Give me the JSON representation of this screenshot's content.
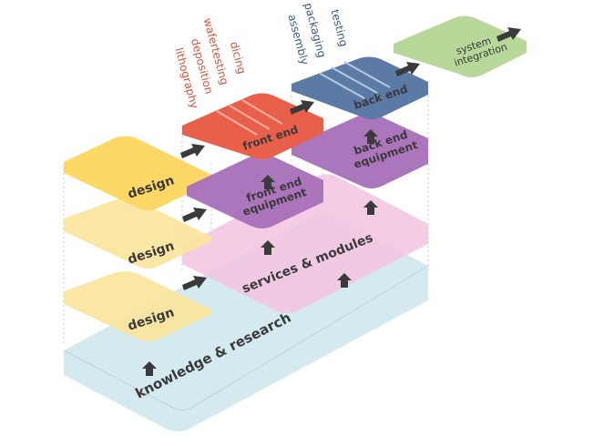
{
  "layers": {
    "knowledge": "knowledge & research",
    "services": "services & modules",
    "design_1": "design",
    "design_2": "design",
    "design_3": "design",
    "front_end_equipment": [
      "front end",
      "equipment"
    ],
    "back_end_equipment": [
      "back end",
      "equipment"
    ],
    "front_end": "front end",
    "back_end": "back end",
    "system_integration": [
      "system",
      "integration"
    ]
  },
  "front_end_steps": [
    "lithography",
    "deposition",
    "wafertesting",
    "dicing"
  ],
  "back_end_steps": [
    "assembly",
    "packaging",
    "testing"
  ],
  "colors": {
    "knowledge": "#cfe8ec",
    "services": "#f3c6e0",
    "design": "#fbe49a",
    "design_top": "#fdd867",
    "equipment": "#a86fb8",
    "front_end": "#e8604a",
    "back_end": "#5b7aa6",
    "system_integration": "#b8d89a",
    "arrow": "#3a3a3a"
  }
}
